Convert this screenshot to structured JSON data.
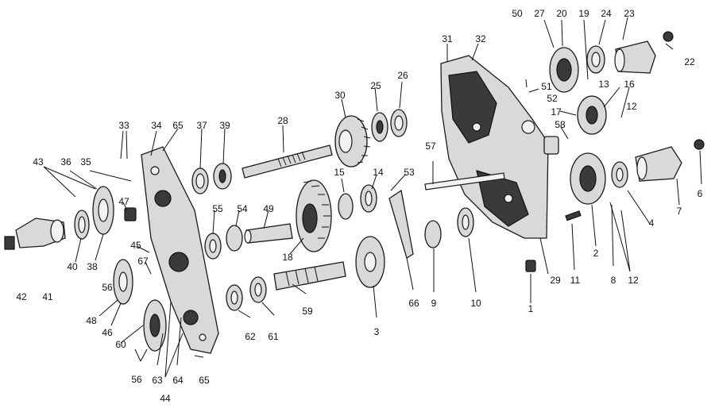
{
  "diagram": {
    "labels": [
      "1",
      "2",
      "3",
      "4",
      "6",
      "7",
      "8",
      "9",
      "10",
      "11",
      "12",
      "13",
      "14",
      "15",
      "16",
      "17",
      "18",
      "19",
      "20",
      "22",
      "23",
      "24",
      "25",
      "26",
      "27",
      "28",
      "29",
      "30",
      "31",
      "32",
      "33",
      "34",
      "35",
      "36",
      "37",
      "38",
      "39",
      "40",
      "41",
      "42",
      "43",
      "44",
      "45",
      "46",
      "47",
      "48",
      "49",
      "50",
      "51",
      "52",
      "53",
      "54",
      "55",
      "56",
      "57",
      "58",
      "59",
      "60",
      "61",
      "62",
      "63",
      "64",
      "65",
      "66",
      "67"
    ]
  }
}
